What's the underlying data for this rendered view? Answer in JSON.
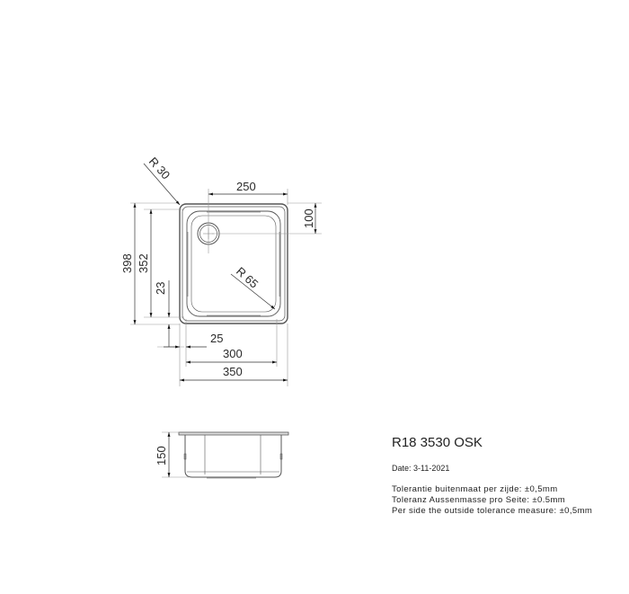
{
  "drawing": {
    "top_view": {
      "dimensions": {
        "corner_radius_outer": "R 30",
        "corner_radius_inner": "R 65",
        "waste_offset_x": "250",
        "waste_offset_y": "100",
        "overall_depth": "398",
        "bowl_depth": "352",
        "rim_front": "23",
        "rim_side": "25",
        "bowl_width": "300",
        "overall_width": "350"
      }
    },
    "side_view": {
      "dimensions": {
        "bowl_height": "150"
      }
    }
  },
  "info": {
    "model": "R18 3530 OSK",
    "date": "Date: 3-11-2021",
    "tolerances": [
      "Tolerantie buitenmaat per zijde: ±0,5mm",
      "Toleranz Aussenmasse pro Seite: ±0.5mm",
      "Per side the outside tolerance measure: ±0,5mm"
    ]
  },
  "colors": {
    "line": "#555555",
    "dim_line": "#888888",
    "text": "#222222"
  }
}
